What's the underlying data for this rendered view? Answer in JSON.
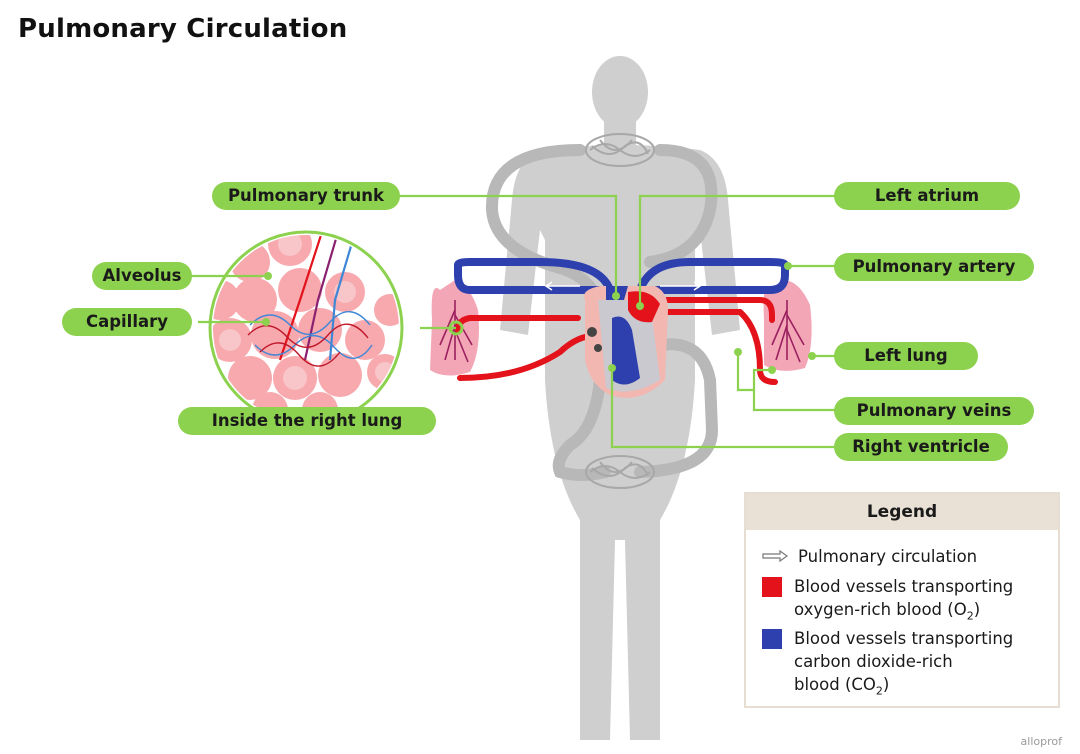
{
  "title": "Pulmonary Circulation",
  "labels": {
    "pulmonary_trunk": "Pulmonary trunk",
    "alveolus": "Alveolus",
    "capillary": "Capillary",
    "inside_right_lung": "Inside the right lung",
    "left_atrium": "Left atrium",
    "pulmonary_artery": "Pulmonary artery",
    "left_lung": "Left lung",
    "pulmonary_veins": "Pulmonary veins",
    "right_ventricle": "Right ventricle"
  },
  "legend": {
    "title": "Legend",
    "circulation": "Pulmonary circulation",
    "oxygen_line1": "Blood vessels transporting",
    "oxygen_line2_pre": "oxygen-rich blood (O",
    "oxygen_line2_sub": "2",
    "oxygen_line2_post": ")",
    "co2_line1": "Blood vessels transporting",
    "co2_line2": "carbon dioxide-rich",
    "co2_line3_pre": "blood (CO",
    "co2_line3_sub": "2",
    "co2_line3_post": ")"
  },
  "watermark": "alloprof",
  "colors": {
    "label_green": "#8dd24f",
    "oxygen_red": "#e3121b",
    "co2_blue": "#2e3fae",
    "body_gray": "#cfcfcf"
  }
}
